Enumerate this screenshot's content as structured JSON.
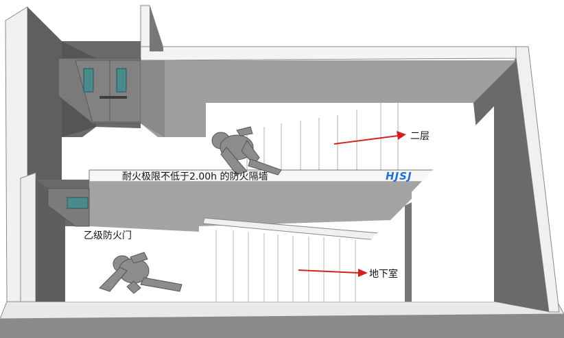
{
  "labels": {
    "second_floor": "二层",
    "basement": "地下室",
    "fire_wall": "耐火极限不低于2.00h 的防火隔墙",
    "door": "乙级防火门",
    "logo": "HJSJ"
  },
  "colors": {
    "arrow": "#d42020",
    "logo": "#1f6fd6",
    "wall_dark": "#6f6f6f",
    "wall_mid": "#9a9a9a",
    "wall_light": "#c8c8c8",
    "floor": "#ffffff"
  },
  "icons": [
    "person-figure",
    "fire-door-icon"
  ]
}
